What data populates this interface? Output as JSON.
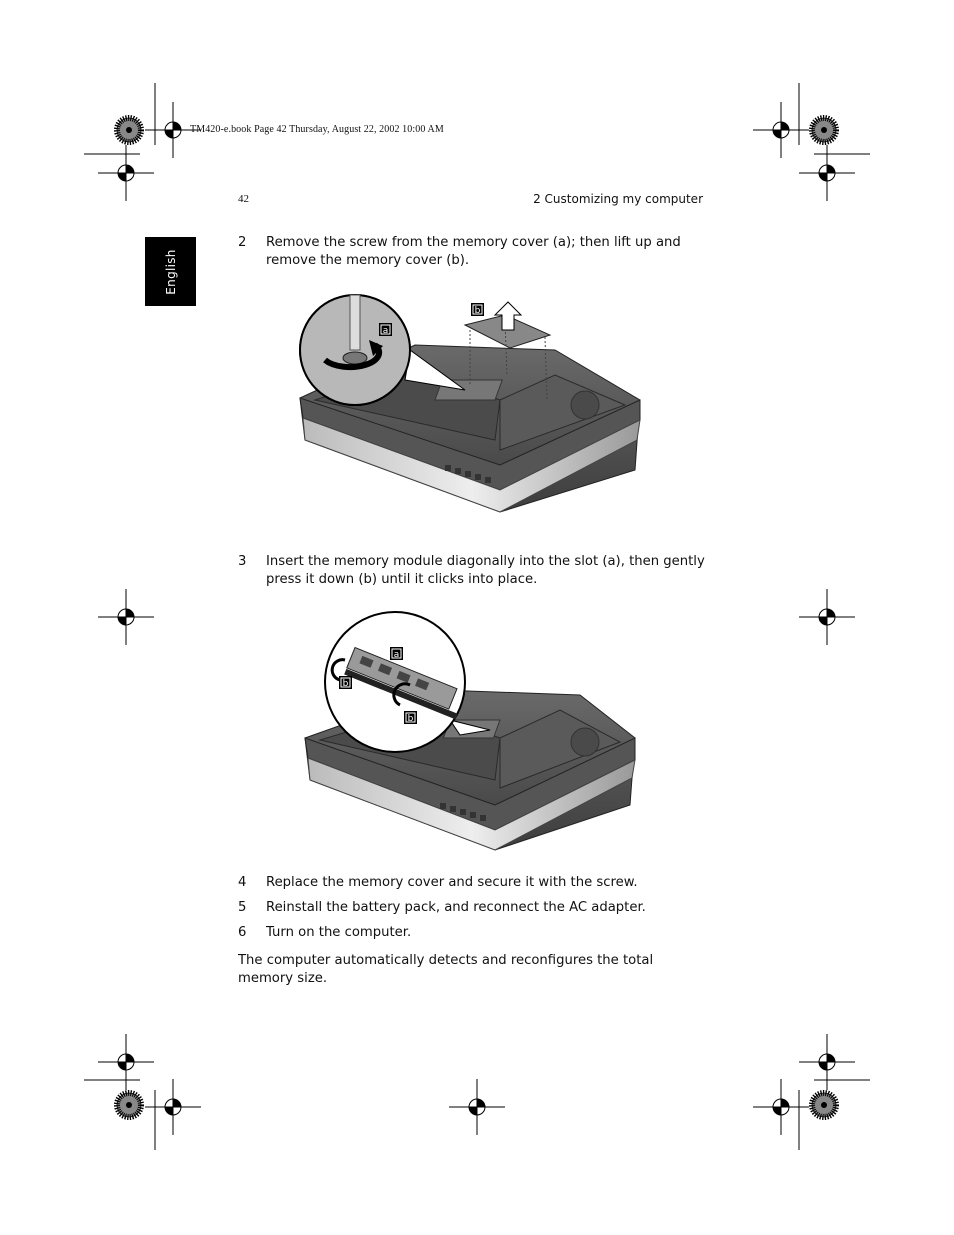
{
  "header": {
    "slug": "TM420-e.book  Page 42  Thursday, August 22, 2002  10:00 AM",
    "page_number": "42",
    "running_head": "2 Customizing my computer"
  },
  "side_tab": {
    "label": "English"
  },
  "steps": [
    {
      "num": "2",
      "text": "Remove the screw from the memory cover (a); then lift up and remove the memory cover (b)."
    },
    {
      "num": "3",
      "text": "Insert the memory module diagonally into the slot (a), then gently press it down (b) until it clicks into place."
    },
    {
      "num": "4",
      "text": "Replace the memory cover and secure it with the screw."
    },
    {
      "num": "5",
      "text": "Reinstall the battery pack, and reconnect the AC adapter."
    },
    {
      "num": "6",
      "text": "Turn on the computer."
    }
  ],
  "closing_paragraph": "The computer automatically detects and reconfigures the total memory size.",
  "figure1": {
    "callout_a": "a",
    "callout_b": "b"
  },
  "figure2": {
    "callout_a": "a",
    "callout_b1": "b",
    "callout_b2": "b"
  }
}
